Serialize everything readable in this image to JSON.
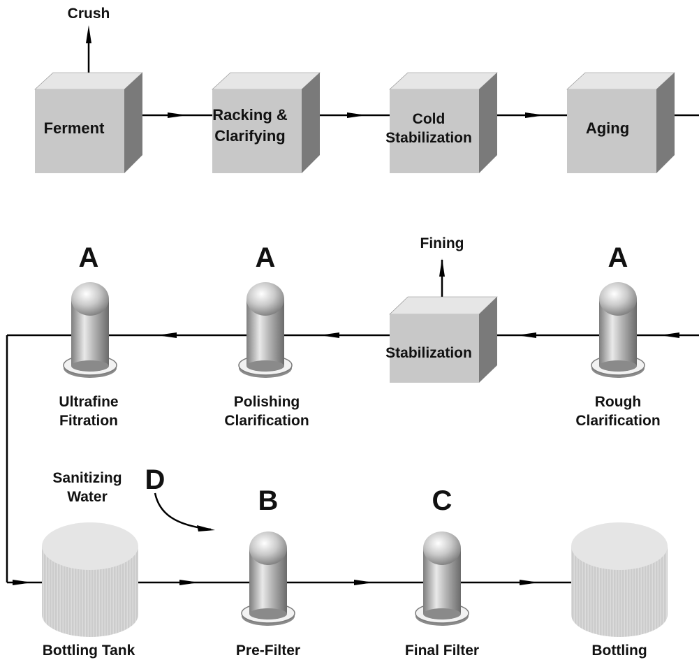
{
  "inputs": {
    "crush": "Crush",
    "fining": "Fining",
    "sanitizing_water_1": "Sanitizing",
    "sanitizing_water_2": "Water"
  },
  "boxes": {
    "ferment": [
      "Ferment"
    ],
    "racking": [
      "Racking &",
      "Clarifying"
    ],
    "cold": [
      "Cold",
      "Stabilization"
    ],
    "aging": [
      "Aging"
    ],
    "stabilization": [
      "Stabilization"
    ]
  },
  "filters": {
    "ultrafine": {
      "letter": "A",
      "label": [
        "Ultrafine",
        "Fitration"
      ]
    },
    "polishing": {
      "letter": "A",
      "label": [
        "Polishing",
        "Clarification"
      ]
    },
    "rough": {
      "letter": "A",
      "label": [
        "Rough",
        "Clarification"
      ]
    },
    "prefilter": {
      "letter": "B",
      "label": [
        "Pre-Filter"
      ]
    },
    "final": {
      "letter": "C",
      "label": [
        "Final Filter"
      ]
    }
  },
  "tanks": {
    "bottling_tank": "Bottling Tank",
    "bottling": "Bottling"
  },
  "markers": {
    "d": "D"
  },
  "colors": {
    "box_front": "#c8c8c8",
    "box_top": "#e6e6e6",
    "box_side": "#7a7a7a",
    "line": "#000000"
  }
}
